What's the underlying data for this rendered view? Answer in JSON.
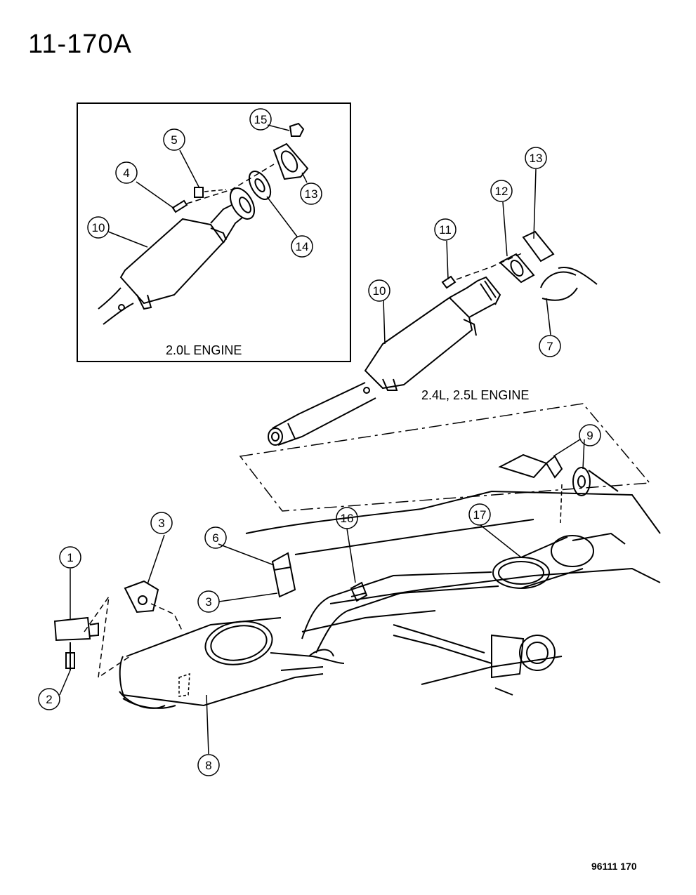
{
  "title": "11-170A",
  "footer_code": "96111 170",
  "inset": {
    "label": "2.0L ENGINE"
  },
  "main": {
    "label": "2.4L, 2.5L ENGINE"
  },
  "callouts": {
    "c1": "1",
    "c2": "2",
    "c3a": "3",
    "c3b": "3",
    "c4": "4",
    "c5": "5",
    "c6": "6",
    "c7": "7",
    "c8": "8",
    "c9": "9",
    "c10a": "10",
    "c10b": "10",
    "c11": "11",
    "c12": "12",
    "c13a": "13",
    "c13b": "13",
    "c14": "14",
    "c15": "15",
    "c16": "16",
    "c17": "17"
  }
}
